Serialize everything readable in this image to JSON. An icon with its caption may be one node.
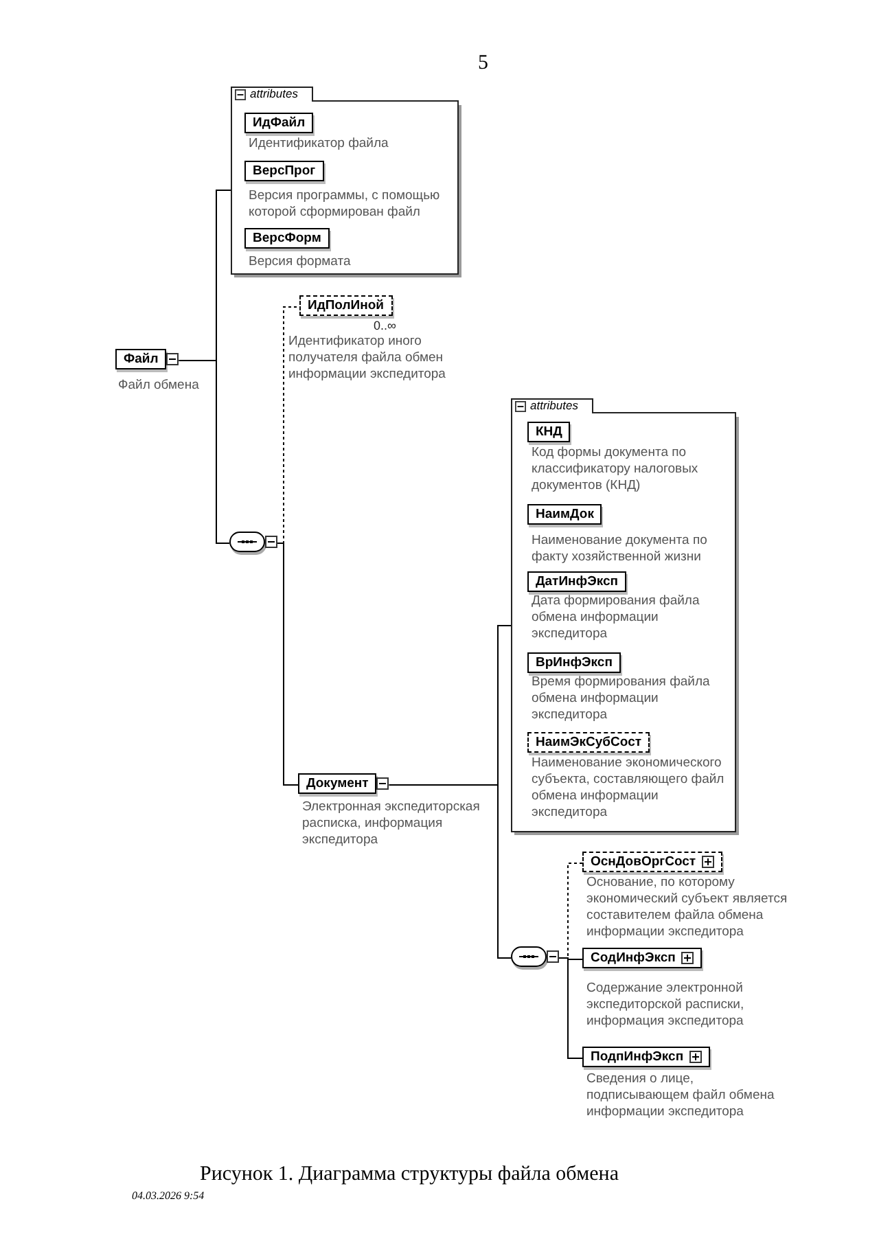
{
  "diagram": {
    "caption": "Рисунок 1. Диаграмма структуры файла обмена",
    "nodes": [
      {
        "text": [
          "Файл"
        ],
        "beside": [
          "Файл обмена"
        ]
      },
      {
        "text": [
          "attributes"
        ]
      },
      {
        "text": [
          "ИдФайл"
        ],
        "in": 1,
        "beside": [
          "Идентификатор файла"
        ]
      },
      {
        "text": [
          "ВерсПрог"
        ],
        "in": 1,
        "beside": [
          "Версия программы, с помощью которой сформирован файл"
        ]
      },
      {
        "text": [
          "ВерсФорм"
        ],
        "in": 1,
        "beside": [
          "Версия формата"
        ]
      },
      {
        "text": [],
        "shape": "oval"
      },
      {
        "text": [
          "ИдПолИной"
        ],
        "beside": [
          "0..∞",
          "Идентификатор иного получателя файла обмен информации экспедитора"
        ]
      },
      {
        "text": [
          "Документ"
        ],
        "beside": [
          "Электронная экспедиторская расписка, информация экспедитора"
        ]
      },
      {
        "text": [
          "attributes"
        ]
      },
      {
        "text": [
          "КНД"
        ],
        "in": 8,
        "beside": [
          "Код формы документа по классификатору налоговых документов (КНД)"
        ]
      },
      {
        "text": [
          "НаимДок"
        ],
        "in": 8,
        "beside": [
          "Наименование документа по факту хозяйственной жизни"
        ]
      },
      {
        "text": [
          "ДатИнфЭксп"
        ],
        "in": 8,
        "beside": [
          "Дата формирования файла обмена информации экспедитора"
        ]
      },
      {
        "text": [
          "ВрИнфЭксп"
        ],
        "in": 8,
        "beside": [
          "Время формирования файла обмена информации экспедитора"
        ]
      },
      {
        "text": [
          "НаимЭкСубСост"
        ],
        "in": 8,
        "beside": [
          "Наименование экономического субъекта, составляющего файл обмена информации экспедитора"
        ]
      },
      {
        "text": [],
        "shape": "oval"
      },
      {
        "text": [
          "ОснДовОргСост"
        ],
        "beside": [
          "Основание, по которому экономический субъект является составителем файла обмена информации экспедитора"
        ]
      },
      {
        "text": [
          "СодИнфЭксп"
        ],
        "beside": [
          "Содержание электронной экспедиторской расписки, информация экспедитора"
        ]
      },
      {
        "text": [
          "ПодпИнфЭксп"
        ],
        "beside": [
          "Сведения о лице, подписывающем файл обмена информации экспедитора"
        ]
      }
    ],
    "edges": [
      {
        "from": 0,
        "to": 1,
        "arrow": "none"
      },
      {
        "from": 0,
        "to": 5,
        "arrow": "none"
      },
      {
        "from": 5,
        "to": 6,
        "arrow": "none",
        "style": "dashed"
      },
      {
        "from": 5,
        "to": 7,
        "arrow": "none"
      },
      {
        "from": 7,
        "to": 8,
        "arrow": "none"
      },
      {
        "from": 7,
        "to": 14,
        "arrow": "none"
      },
      {
        "from": 14,
        "to": 15,
        "arrow": "none",
        "style": "dashed"
      },
      {
        "from": 14,
        "to": 16,
        "arrow": "none"
      },
      {
        "from": 14,
        "to": 17,
        "arrow": "none"
      }
    ],
    "labels": [
      "5",
      "04.03.2026 9:54"
    ]
  }
}
